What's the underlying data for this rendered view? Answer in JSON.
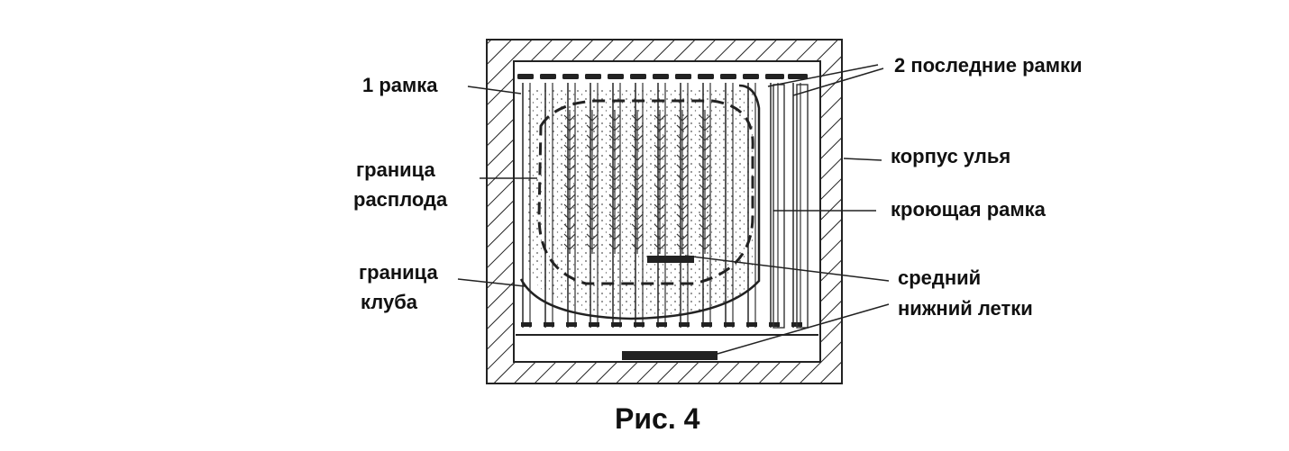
{
  "labels": {
    "frame_1": "1 рамка",
    "last_frames": "2 последние рамки",
    "brood_border_1": "граница",
    "brood_border_2": "расплода",
    "hive_body": "корпус улья",
    "cover_frame": "кроющая рамка",
    "cluster_border_1": "граница",
    "cluster_border_2": "клуба",
    "middle": "средний",
    "lower_entrance": "нижний летки"
  },
  "caption": "Рис. 4"
}
